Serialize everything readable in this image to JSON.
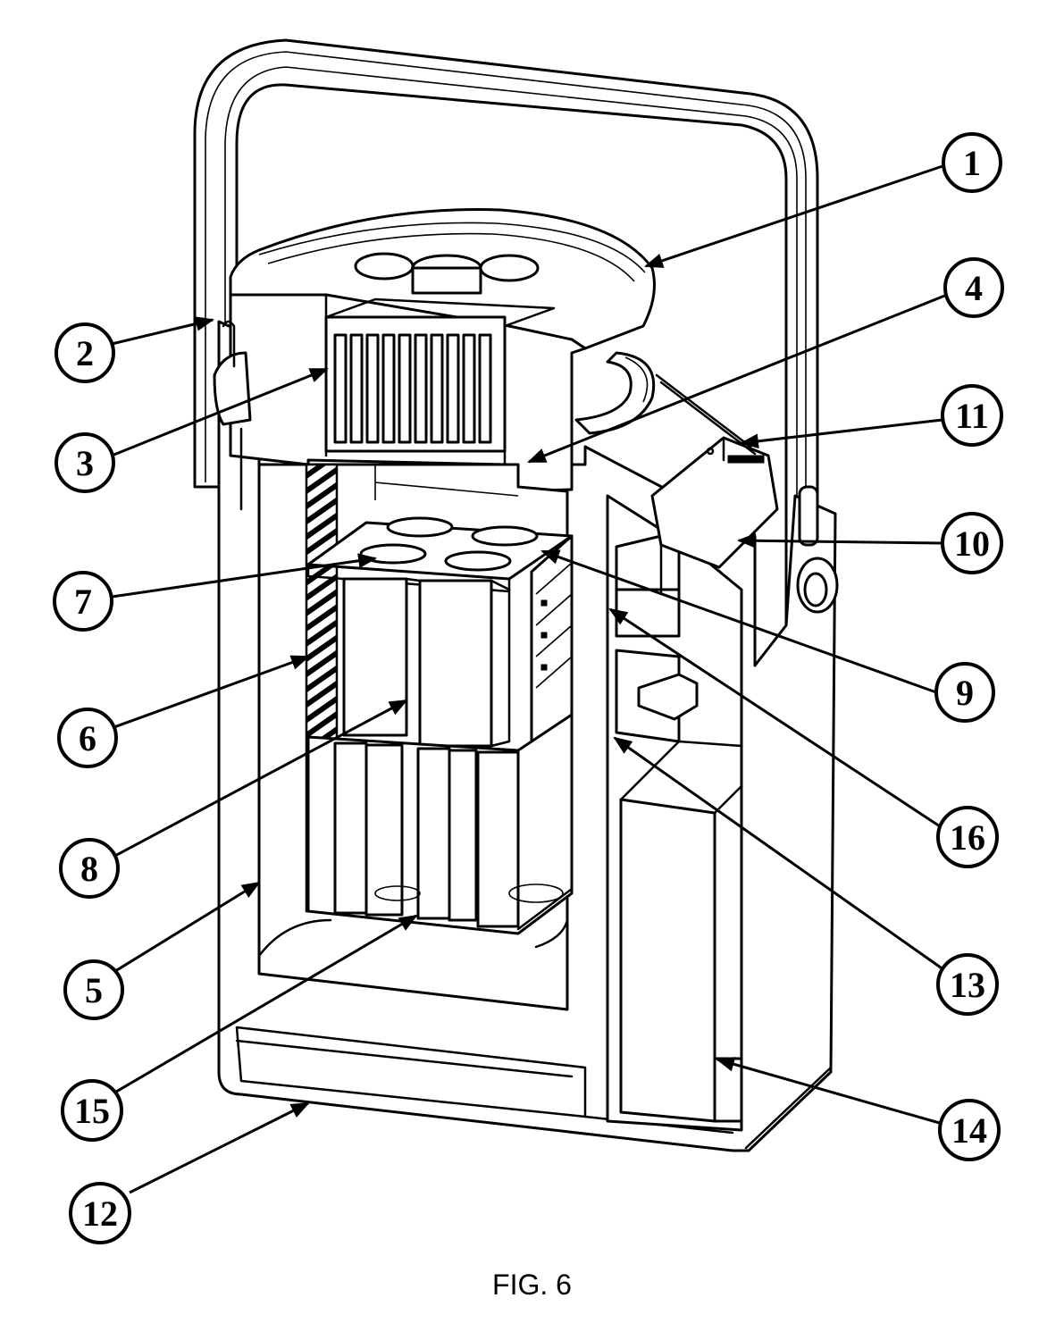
{
  "figure": {
    "caption": "FIG. 6",
    "callouts": [
      {
        "id": "1",
        "label": "1"
      },
      {
        "id": "2",
        "label": "2"
      },
      {
        "id": "3",
        "label": "3"
      },
      {
        "id": "4",
        "label": "4"
      },
      {
        "id": "5",
        "label": "5"
      },
      {
        "id": "6",
        "label": "6"
      },
      {
        "id": "7",
        "label": "7"
      },
      {
        "id": "8",
        "label": "8"
      },
      {
        "id": "9",
        "label": "9"
      },
      {
        "id": "10",
        "label": "10"
      },
      {
        "id": "11",
        "label": "11"
      },
      {
        "id": "12",
        "label": "12"
      },
      {
        "id": "13",
        "label": "13"
      },
      {
        "id": "14",
        "label": "14"
      },
      {
        "id": "15",
        "label": "15"
      },
      {
        "id": "16",
        "label": "16"
      }
    ]
  }
}
